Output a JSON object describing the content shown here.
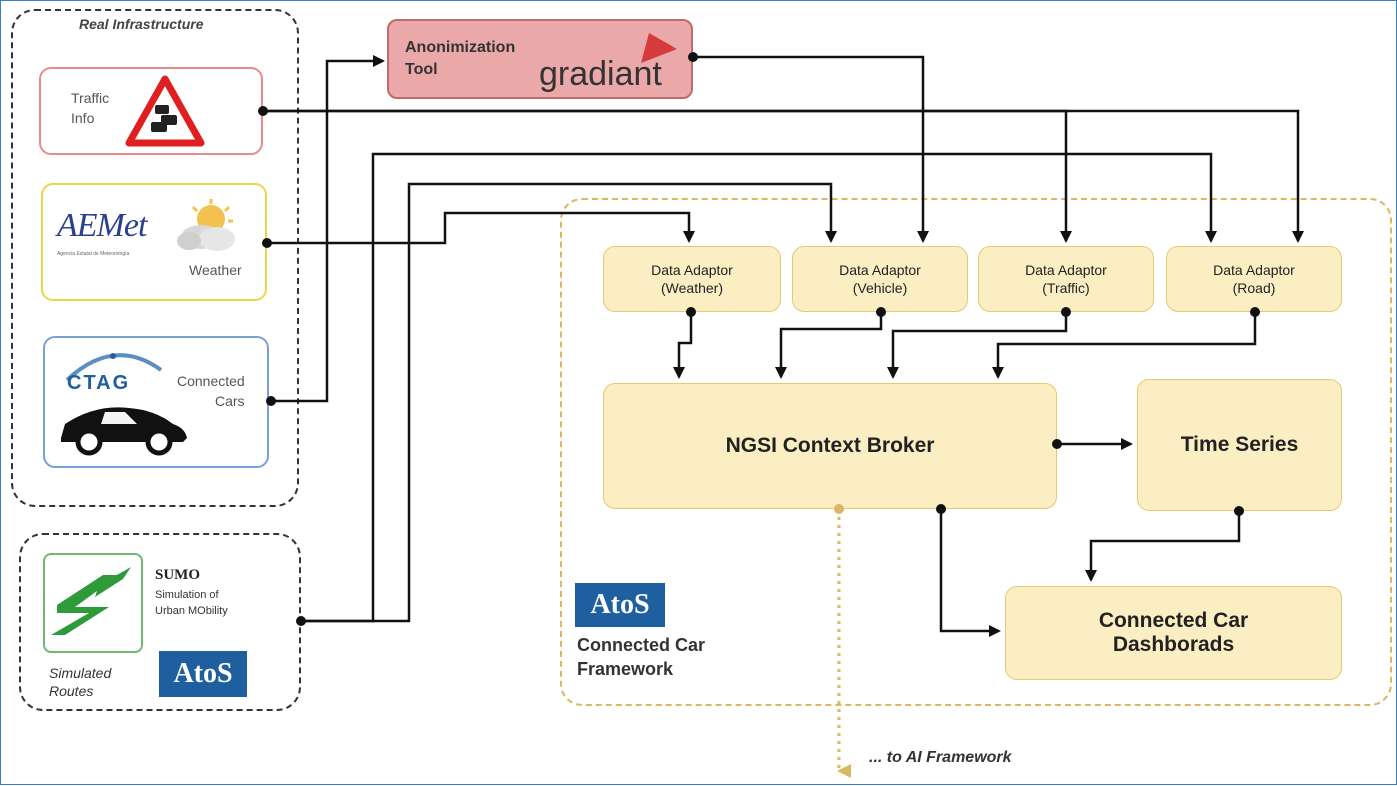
{
  "groups": {
    "real_infrastructure": "Real Infrastructure",
    "simulated": {
      "line1": "Simulated",
      "line2": "Routes"
    }
  },
  "sources": {
    "traffic": {
      "line1": "Traffic",
      "line2": "Info"
    },
    "weather": {
      "logo": "AEMet",
      "logo_sub": "Agencia Estatal de Meteorología",
      "label": "Weather"
    },
    "cars": {
      "logo": "CTAG",
      "line1": "Connected",
      "line2": "Cars"
    },
    "sumo": {
      "title": "SUMO",
      "line1": "Simulation of",
      "line2": "Urban MObility",
      "atos": "AtoS"
    }
  },
  "anon_tool": {
    "line1": "Anonimization",
    "line2": "Tool",
    "brand": "gradiant"
  },
  "adaptors": [
    {
      "line1": "Data Adaptor",
      "line2": "(Weather)"
    },
    {
      "line1": "Data Adaptor",
      "line2": "(Vehicle)"
    },
    {
      "line1": "Data Adaptor",
      "line2": "(Traffic)"
    },
    {
      "line1": "Data Adaptor",
      "line2": "(Road)"
    }
  ],
  "broker": "NGSI Context Broker",
  "time_series": "Time Series",
  "dashboards": {
    "line1": "Connected Car",
    "line2": "Dashborads"
  },
  "framework": {
    "logo": "AtoS",
    "line1": "Connected Car",
    "line2": "Framework"
  },
  "ai_link": "... to AI Framework",
  "colors": {
    "traffic_border": "#e88a8a",
    "weather_border": "#e8d84a",
    "cars_border": "#7aa0d8",
    "sumo_border": "#6fb86f",
    "anon_fill": "#e8a3a3",
    "adaptor_fill": "#fbeec2",
    "framework_dash": "#d9b763",
    "atos_blue": "#1f5f9f",
    "gradiant_red": "#d63a3a"
  }
}
